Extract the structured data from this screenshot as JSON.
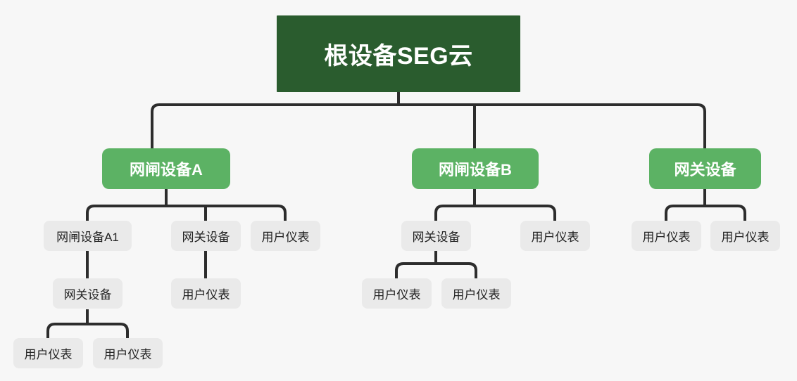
{
  "diagram": {
    "title_text": "根设备SEG云",
    "background_color": "#f7f7f7",
    "edge_color": "#2d2d2d",
    "root_color": "#2a5c2e",
    "level2_color": "#5cb264",
    "leaf_color": "#eaeaea",
    "nodes": {
      "root": {
        "label": "根设备SEG云"
      },
      "a": {
        "label": "网闸设备A"
      },
      "b": {
        "label": "网闸设备B"
      },
      "c": {
        "label": "网关设备"
      },
      "a1": {
        "label": "网闸设备A1"
      },
      "a2": {
        "label": "网关设备"
      },
      "a3": {
        "label": "用户仪表"
      },
      "a1_1": {
        "label": "网关设备"
      },
      "a2_1": {
        "label": "用户仪表"
      },
      "a1_1_1": {
        "label": "用户仪表"
      },
      "a1_1_2": {
        "label": "用户仪表"
      },
      "b1": {
        "label": "网关设备"
      },
      "b2": {
        "label": "用户仪表"
      },
      "b1_1": {
        "label": "用户仪表"
      },
      "b1_2": {
        "label": "用户仪表"
      },
      "c1": {
        "label": "用户仪表"
      },
      "c2": {
        "label": "用户仪表"
      }
    }
  }
}
